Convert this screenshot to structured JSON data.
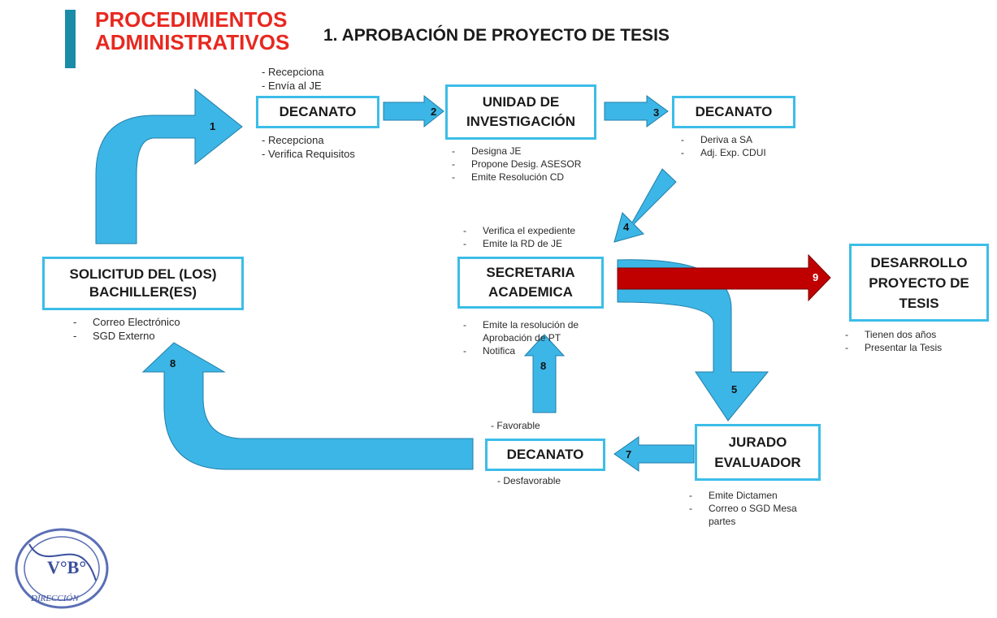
{
  "header": {
    "title_line1": "PROCEDIMIENTOS",
    "title_line2": "ADMINISTRATIVOS",
    "subtitle": "1. APROBACIÓN DE PROYECTO DE TESIS"
  },
  "boxes": {
    "solicitud": "SOLICITUD DEL (LOS)\nBACHILLER(ES)",
    "decanato_1": "DECANATO",
    "unidad_investigacion": "UNIDAD DE\nINVESTIGACIÓN",
    "decanato_2": "DECANATO",
    "secretaria": "SECRETARIA\nACADEMICA",
    "desarrollo": "DESARROLLO\nPROYECTO DE\nTESIS",
    "jurado": "JURADO\nEVALUADOR",
    "decanato_3": "DECANATO"
  },
  "notes": {
    "decanato_1_top": [
      "- Recepciona",
      "- Envía al JE"
    ],
    "decanato_1_bottom": [
      "- Recepciona",
      "- Verifica Requisitos"
    ],
    "unidad": [
      "Designa JE",
      "Propone Desig. ASESOR",
      "Emite Resolución CD"
    ],
    "decanato_2": [
      "Deriva a SA",
      "Adj. Exp. CDUI"
    ],
    "secretaria_top": [
      "Verifica el expediente",
      "Emite la RD de JE"
    ],
    "secretaria_bottom": [
      "Emite la resolución de\nAprobación de PT",
      "Notifica"
    ],
    "solicitud": [
      "Correo Electrónico",
      "SGD Externo"
    ],
    "desarrollo": [
      "Tienen dos años",
      "Presentar la Tesis"
    ],
    "jurado": [
      "Emite Dictamen",
      "Correo o SGD Mesa\npartes"
    ],
    "decanato_3_top": "- Favorable",
    "decanato_3_bottom": "- Desfavorable"
  },
  "steps": [
    "1",
    "2",
    "3",
    "4",
    "5",
    "7",
    "8",
    "8",
    "9"
  ],
  "stamp": {
    "text": "V°B°",
    "ring_text": "DIRECCIÓN"
  },
  "colors": {
    "accent": "#1a8ca8",
    "title_red": "#e8281f",
    "arrow_blue": "#3cb6e6",
    "arrow_red": "#c00000",
    "box_border": "#3cbde8"
  }
}
